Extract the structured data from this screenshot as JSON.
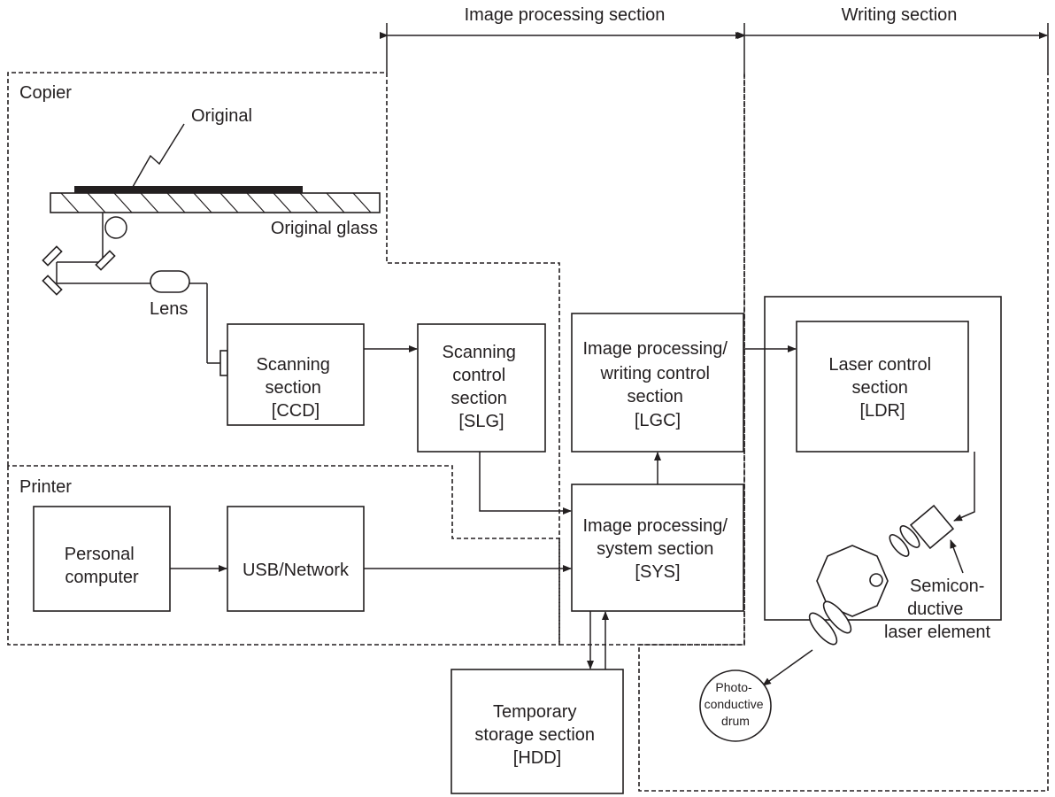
{
  "headers": {
    "image_processing": "Image processing section",
    "writing": "Writing section"
  },
  "regions": {
    "copier": "Copier",
    "printer": "Printer"
  },
  "labels": {
    "original": "Original",
    "original_glass": "Original glass",
    "lens": "Lens",
    "semiconductive": [
      "Semicon-",
      "ductive",
      "laser element"
    ],
    "drum": [
      "Photo-",
      "conductive",
      "drum"
    ]
  },
  "blocks": {
    "ccd": [
      "Scanning",
      "section",
      "[CCD]"
    ],
    "slg": [
      "Scanning",
      "control",
      "section",
      "[SLG]"
    ],
    "lgc": [
      "Image processing/",
      "writing control",
      "section",
      "[LGC]"
    ],
    "ldr": [
      "Laser control",
      "section",
      "[LDR]"
    ],
    "sys": [
      "Image processing/",
      "system section",
      "[SYS]"
    ],
    "pc": [
      "Personal",
      "computer"
    ],
    "usb": [
      "USB/Network"
    ],
    "hdd": [
      "Temporary",
      "storage section",
      "[HDD]"
    ]
  }
}
